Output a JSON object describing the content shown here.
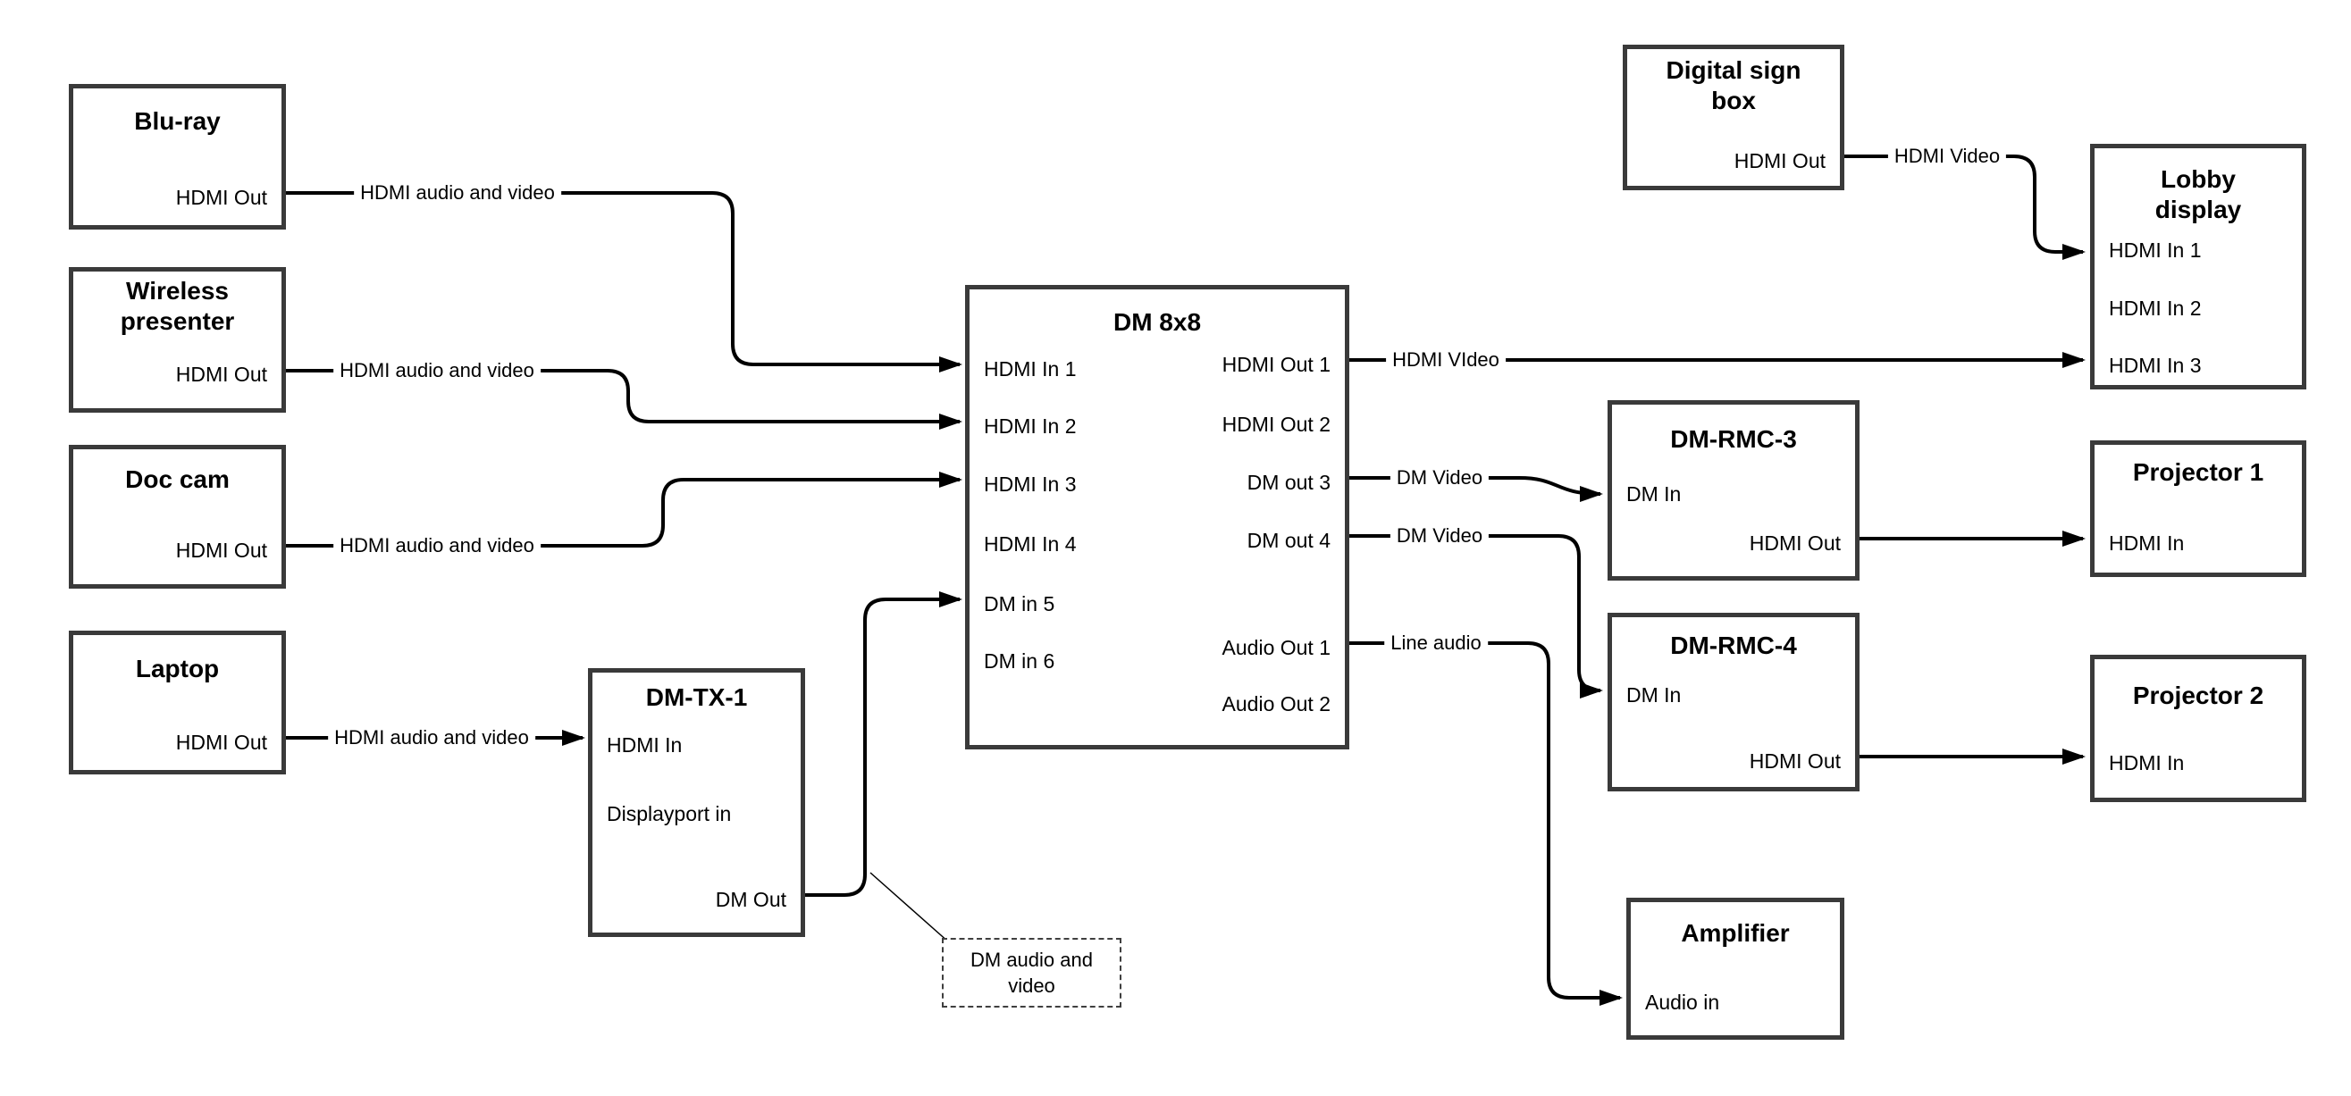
{
  "boxes": {
    "bluray": {
      "title": "Blu-ray",
      "ports": {
        "hdmi_out": "HDMI Out"
      }
    },
    "wireless_presenter": {
      "title": "Wireless presenter",
      "ports": {
        "hdmi_out": "HDMI Out"
      }
    },
    "doc_cam": {
      "title": "Doc cam",
      "ports": {
        "hdmi_out": "HDMI Out"
      }
    },
    "laptop": {
      "title": "Laptop",
      "ports": {
        "hdmi_out": "HDMI Out"
      }
    },
    "dm_tx_1": {
      "title": "DM-TX-1",
      "ports": {
        "hdmi_in": "HDMI In",
        "displayport_in": "Displayport in",
        "dm_out": "DM Out"
      }
    },
    "dm_8x8": {
      "title": "DM 8x8",
      "ports": {
        "hdmi_in_1": "HDMI In 1",
        "hdmi_in_2": "HDMI In 2",
        "hdmi_in_3": "HDMI In 3",
        "hdmi_in_4": "HDMI In 4",
        "dm_in_5": "DM in 5",
        "dm_in_6": "DM in 6",
        "hdmi_out_1": "HDMI Out 1",
        "hdmi_out_2": "HDMI Out 2",
        "dm_out_3": "DM out 3",
        "dm_out_4": "DM out 4",
        "audio_out_1": "Audio Out 1",
        "audio_out_2": "Audio Out 2"
      }
    },
    "digital_sign_box": {
      "title": "Digital sign box",
      "ports": {
        "hdmi_out": "HDMI Out"
      }
    },
    "lobby_display": {
      "title": "Lobby display",
      "ports": {
        "hdmi_in_1": "HDMI In 1",
        "hdmi_in_2": "HDMI In 2",
        "hdmi_in_3": "HDMI In 3"
      }
    },
    "dm_rmc_3": {
      "title": "DM-RMC-3",
      "ports": {
        "dm_in": "DM In",
        "hdmi_out": "HDMI Out"
      }
    },
    "projector_1": {
      "title": "Projector 1",
      "ports": {
        "hdmi_in": "HDMI In"
      }
    },
    "dm_rmc_4": {
      "title": "DM-RMC-4",
      "ports": {
        "dm_in": "DM In",
        "hdmi_out": "HDMI Out"
      }
    },
    "projector_2": {
      "title": "Projector 2",
      "ports": {
        "hdmi_in": "HDMI In"
      }
    },
    "amplifier": {
      "title": "Amplifier",
      "ports": {
        "audio_in": "Audio in"
      }
    }
  },
  "connection_labels": {
    "bluray_to_dm8x8": "HDMI audio and video",
    "wireless_to_dm8x8": "HDMI audio and video",
    "doccam_to_dm8x8": "HDMI audio and video",
    "laptop_to_dmtx1": "HDMI audio and video",
    "hdmi_out_1_to_lobby": "HDMI VIdeo",
    "dm_out_3_to_rmc3": "DM Video",
    "dm_out_4_to_rmc4": "DM Video",
    "audio_out_1_to_amplifier": "Line audio",
    "digital_sign_to_lobby": "HDMI Video"
  },
  "annotation": {
    "dm_link_note": "DM audio and video"
  },
  "colors": {
    "wire": "#000000",
    "box_border": "#3a3a3a",
    "background": "#ffffff",
    "text": "#000000"
  }
}
